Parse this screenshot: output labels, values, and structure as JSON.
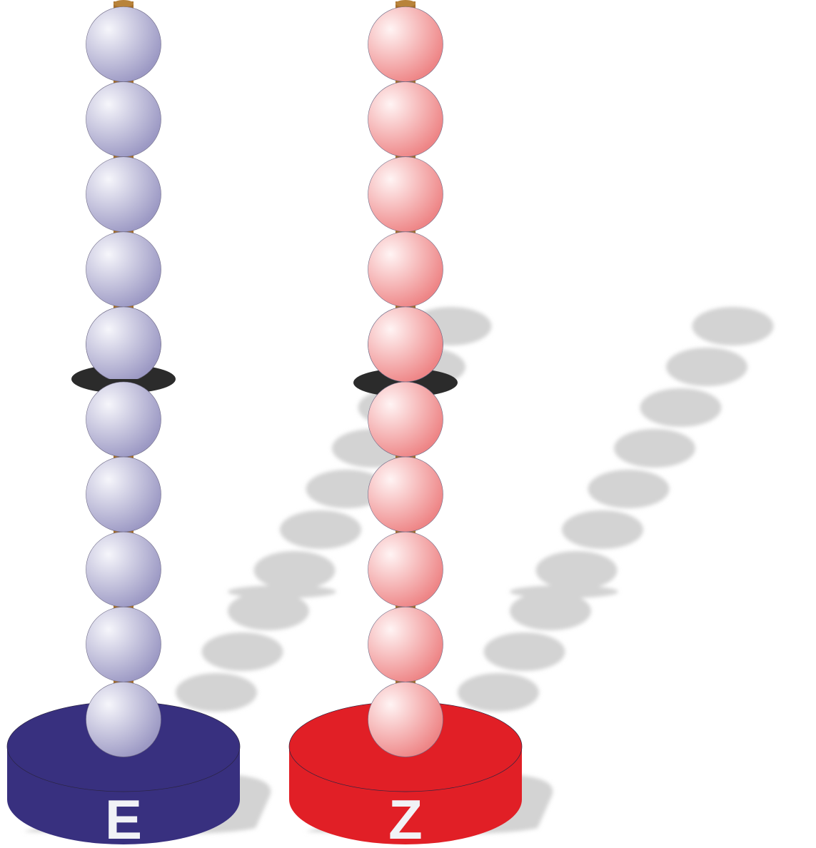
{
  "columns": [
    {
      "id": "e",
      "label": "E",
      "base_color": "#38307f",
      "bead_light": "#f6f6fb",
      "bead_dark": "#9c99c4",
      "bead_count": 10
    },
    {
      "id": "z",
      "label": "Z",
      "base_color": "#e11f26",
      "bead_light": "#fff4f4",
      "bead_dark": "#ee8586",
      "bead_count": 10
    }
  ],
  "colors": {
    "rod": "#a66f2b",
    "washer": "#2b2b2b",
    "shadow": "#d3d3d3"
  }
}
